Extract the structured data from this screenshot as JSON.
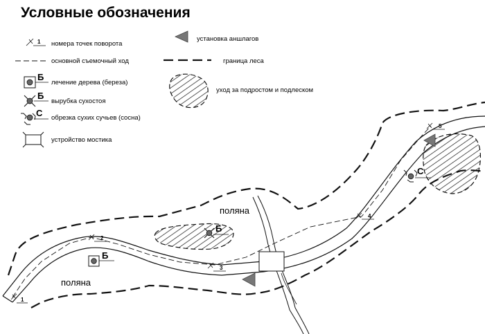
{
  "title": "Условные обозначения",
  "legend": {
    "turn_points": "номера точек поворота",
    "survey_course": "основной съемочный ход",
    "tree_treatment": "лечение дерева (береза)",
    "deadwood_cutting": "вырубка сухостоя",
    "dry_branch_pruning": "обрезка сухих сучьев (сосна)",
    "bridge": "устройство мостика",
    "signs": "установка аншлагов",
    "forest_border": "граница леса",
    "undergrowth_care": "уход за подростом и подлеском"
  },
  "symbols": {
    "birch": "Б",
    "pine": "С",
    "turn_point_sample": "1"
  },
  "map": {
    "clearing_left": "поляна",
    "clearing_top": "поляна",
    "points": [
      "1",
      "2",
      "3",
      "4",
      "5"
    ],
    "marker_birch_1": "Б",
    "marker_birch_2": "Б",
    "marker_pine": "С"
  }
}
